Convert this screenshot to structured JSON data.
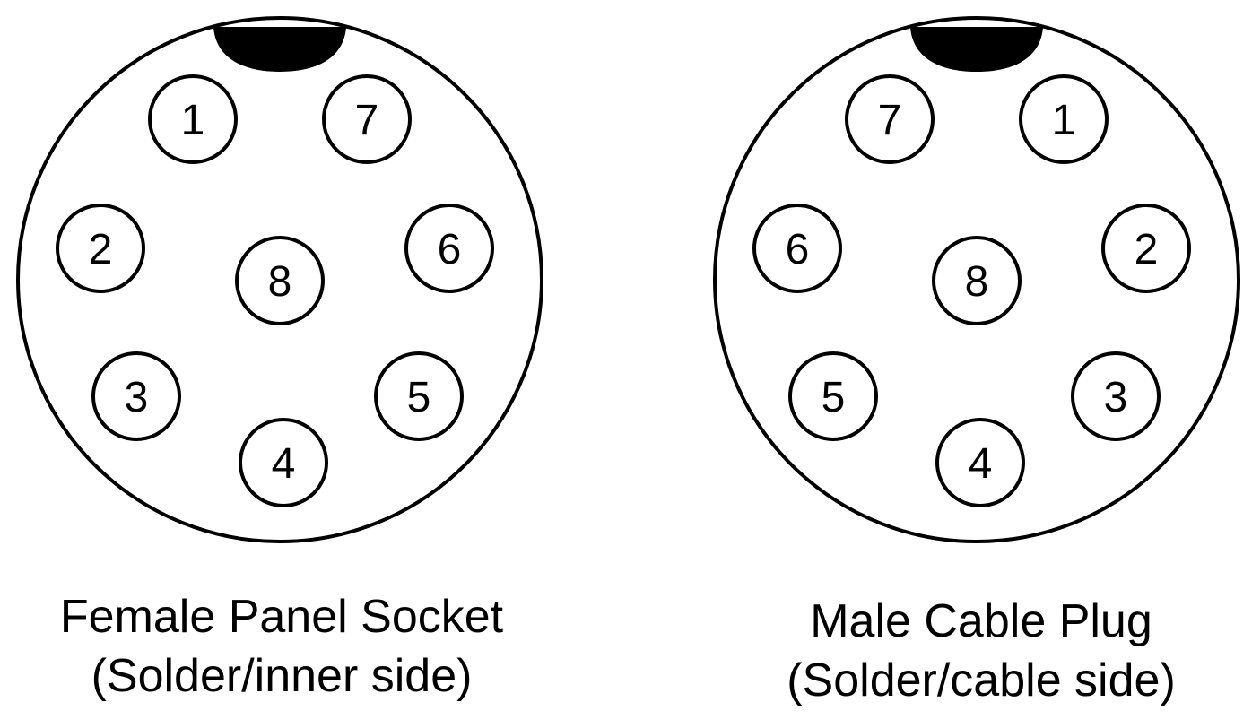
{
  "connectors": [
    {
      "id": "female",
      "title": "Female Panel Socket",
      "subtitle": "(Solder/inner side)",
      "pins": [
        "1",
        "7",
        "2",
        "8",
        "6",
        "3",
        "5",
        "4"
      ]
    },
    {
      "id": "male",
      "title": "Male Cable Plug",
      "subtitle": "(Solder/cable side)",
      "pins": [
        "7",
        "1",
        "6",
        "8",
        "2",
        "5",
        "3",
        "4"
      ]
    }
  ],
  "colors": {
    "stroke": "#000000",
    "background": "#ffffff",
    "key_notch": "#000000"
  }
}
